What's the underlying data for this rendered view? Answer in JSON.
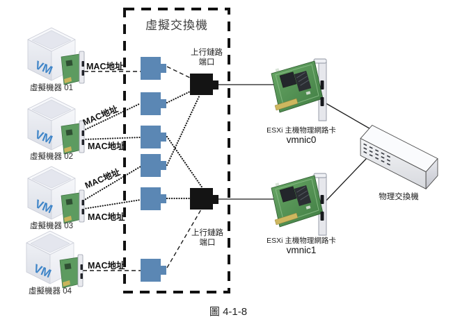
{
  "diagram_title": "虛擬交換機",
  "caption": "圖 4-1-8",
  "vms": [
    {
      "label": "虛擬機器 01",
      "vm_text": "VM"
    },
    {
      "label": "虛擬機器 02",
      "vm_text": "VM"
    },
    {
      "label": "虛擬機器 03",
      "vm_text": "VM"
    },
    {
      "label": "虛擬機器 04",
      "vm_text": "VM"
    }
  ],
  "mac_labels": [
    {
      "text": "MAC地址"
    },
    {
      "text": "MAC地址"
    },
    {
      "text": "MAC地址"
    },
    {
      "text": "MAC地址"
    },
    {
      "text": "MAC地址"
    },
    {
      "text": "MAC地址"
    }
  ],
  "uplink_ports": [
    {
      "label_line1": "上行鏈路",
      "label_line2": "端口"
    },
    {
      "label_line1": "上行鏈路",
      "label_line2": "端口"
    }
  ],
  "physical_nics": [
    {
      "title": "ESXi 主機物理網路卡",
      "name": "vmnic0"
    },
    {
      "title": "ESXi 主機物理網路卡",
      "name": "vmnic1"
    }
  ],
  "physical_switch": {
    "label": "物理交換機"
  },
  "colors": {
    "port_blue": "#5b87b4",
    "uplink_black": "#141414",
    "vm_text_blue": "#3f85c8",
    "line": "#1a1a1a"
  }
}
